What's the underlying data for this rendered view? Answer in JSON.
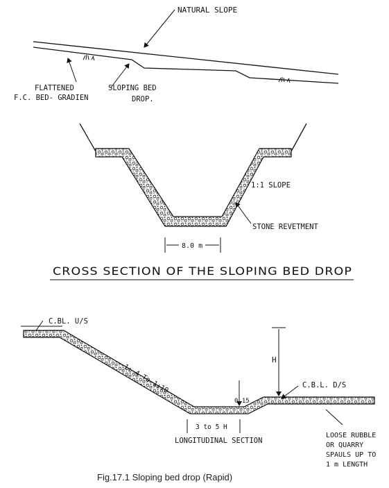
{
  "labels": {
    "natural_slope": "NATURAL SLOPE",
    "flattened_1": "FLATTENED",
    "flattened_2": "F.C. BED- GRADIEN",
    "sloping_bed_1": "SLOPING BED",
    "sloping_bed_2": "DROP.",
    "slope_ratio": "1:1 SLOPE",
    "stone_revetment": "STONE REVETMENT",
    "bed_width": "8.0 m",
    "cross_section_title": "CROSS SECTION OF THE SLOPING BED DROP",
    "cbl_us": "C.BL. U/S",
    "glacis_slope": "1: 4 To 1:10",
    "height": "H",
    "depth": "0.15",
    "cbl_ds": "C.B.L. D/S",
    "length": "3 to 5 H",
    "longitudinal_title": "LONGITUDINAL SECTION",
    "rubble_1": "LOOSE RUBBLE",
    "rubble_2": "OR QUARRY",
    "rubble_3": "SPAULS UP TO",
    "rubble_4": "1 m LENGTH"
  },
  "caption": "Fig.17.1 Sloping bed drop (Rapid)"
}
